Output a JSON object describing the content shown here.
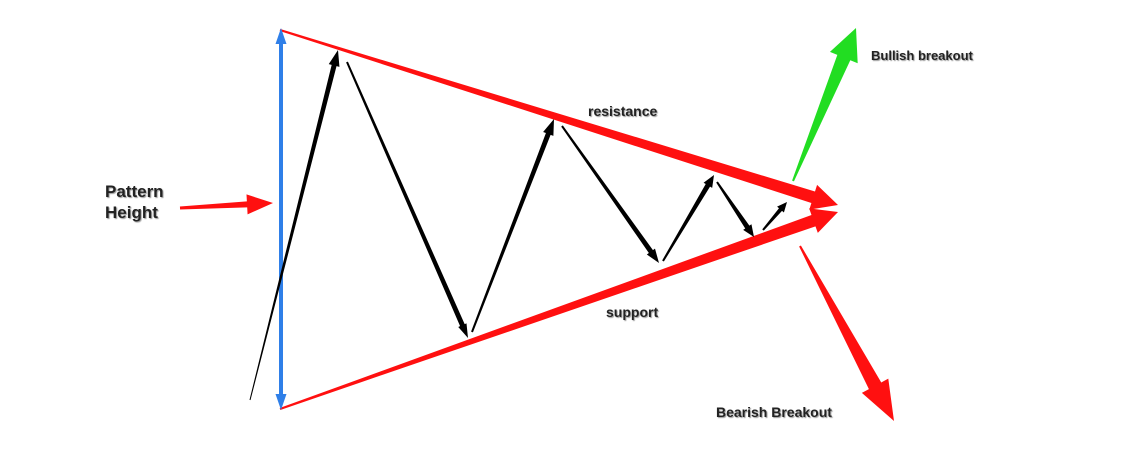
{
  "labels": {
    "pattern_height_line1": "Pattern",
    "pattern_height_line2": "Height",
    "resistance": "resistance",
    "support": "support",
    "bullish": "Bullish breakout",
    "bearish": "Bearish Breakout"
  },
  "colors": {
    "trendline": "#ff1010",
    "price": "#000000",
    "height": "#2f7fe8",
    "bullish": "#22dd22",
    "bearish": "#ff1010"
  }
}
